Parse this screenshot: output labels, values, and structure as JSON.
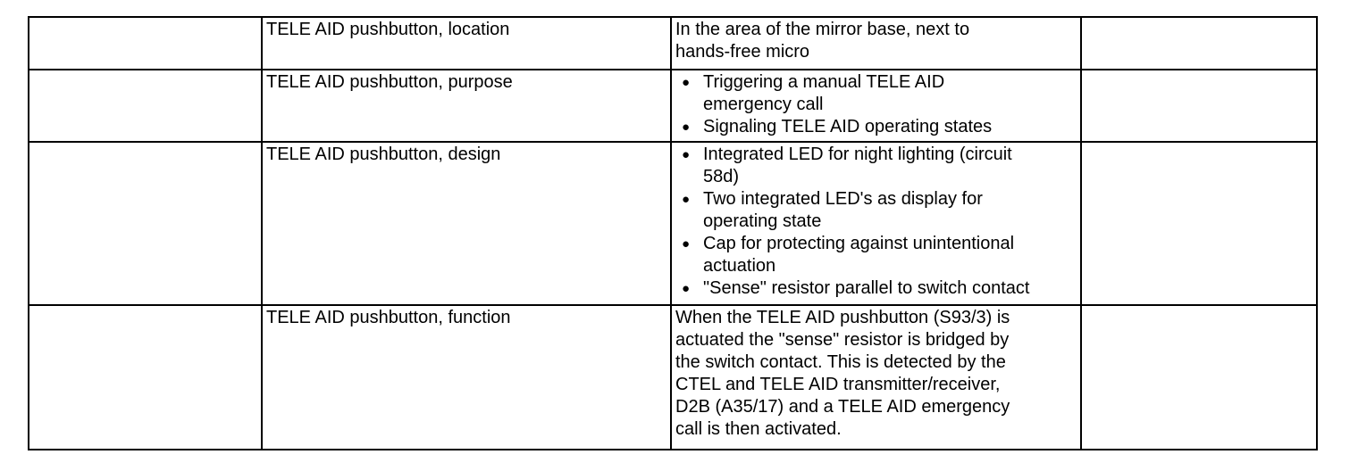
{
  "page": {
    "background": "#ffffff",
    "text_color": "#000000",
    "border_color": "#000000"
  },
  "table": {
    "bullet_glyph": "●",
    "rows": [
      {
        "label": "TELE AID pushbutton, location",
        "description": "In the area of the mirror base, next to\nhands-free micro"
      },
      {
        "label": "TELE AID pushbutton, purpose",
        "bullets": [
          "Triggering a manual TELE AID\nemergency call",
          "Signaling TELE AID operating states"
        ]
      },
      {
        "label": "TELE AID pushbutton, design",
        "bullets": [
          "Integrated LED for night lighting (circuit\n58d)",
          "Two integrated LED's as display for\noperating state",
          "Cap for protecting against unintentional\nactuation",
          "\"Sense\" resistor parallel to switch contact"
        ]
      },
      {
        "label": "TELE AID pushbutton, function",
        "description": "When the TELE AID pushbutton (S93/3) is\nactuated the \"sense\" resistor is bridged by\nthe switch contact. This is detected by the\nCTEL and TELE AID transmitter/receiver,\nD2B (A35/17) and a TELE AID emergency\ncall is then activated."
      }
    ]
  }
}
